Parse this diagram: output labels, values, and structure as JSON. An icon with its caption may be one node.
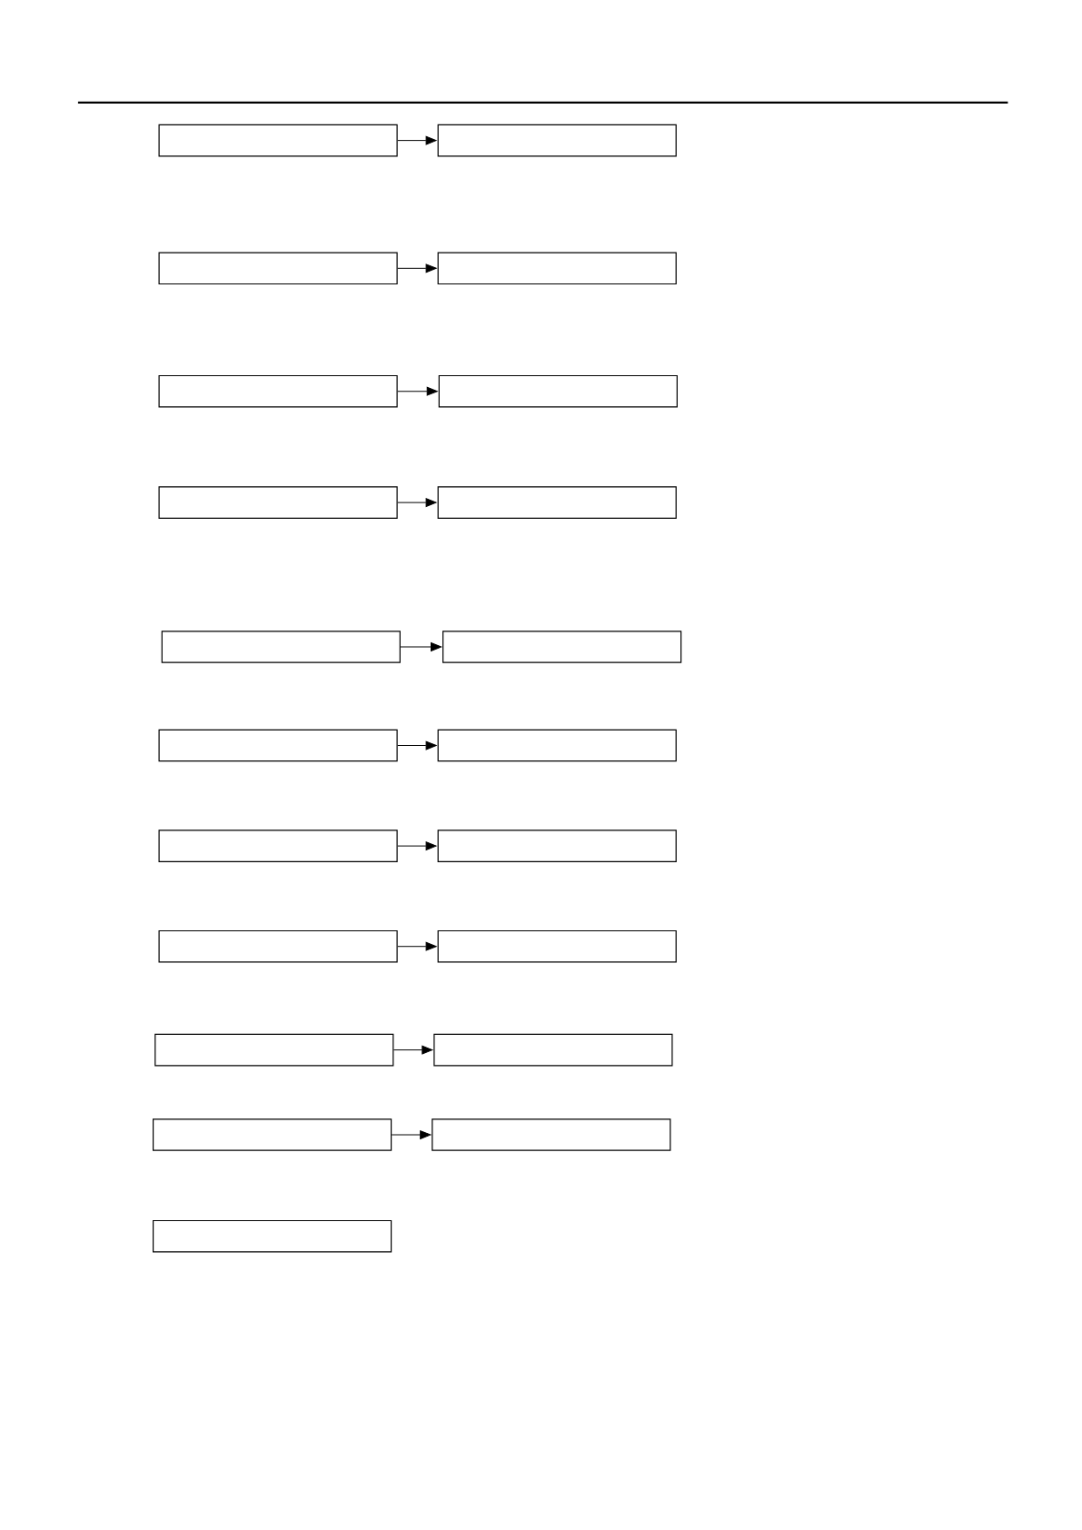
{
  "diagram": {
    "nodes": [
      {
        "text": [],
        "shape": "box"
      },
      {
        "text": [],
        "shape": "box"
      },
      {
        "text": [],
        "shape": "box"
      },
      {
        "text": [],
        "shape": "box"
      },
      {
        "text": [],
        "shape": "box"
      },
      {
        "text": [],
        "shape": "box"
      },
      {
        "text": [],
        "shape": "box"
      },
      {
        "text": [],
        "shape": "box"
      },
      {
        "text": [],
        "shape": "box"
      },
      {
        "text": [],
        "shape": "box"
      },
      {
        "text": [],
        "shape": "box"
      },
      {
        "text": [],
        "shape": "box"
      },
      {
        "text": [],
        "shape": "box"
      },
      {
        "text": [],
        "shape": "box"
      },
      {
        "text": [],
        "shape": "box"
      },
      {
        "text": [],
        "shape": "box"
      },
      {
        "text": [],
        "shape": "box"
      },
      {
        "text": [],
        "shape": "box"
      },
      {
        "text": [],
        "shape": "box"
      },
      {
        "text": [],
        "shape": "box"
      },
      {
        "text": [],
        "shape": "box"
      }
    ],
    "edges": [
      {
        "from": 0,
        "to": 1,
        "arrow": "to"
      },
      {
        "from": 2,
        "to": 3,
        "arrow": "to"
      },
      {
        "from": 4,
        "to": 5,
        "arrow": "to"
      },
      {
        "from": 6,
        "to": 7,
        "arrow": "to"
      },
      {
        "from": 8,
        "to": 9,
        "arrow": "to"
      },
      {
        "from": 10,
        "to": 11,
        "arrow": "to"
      },
      {
        "from": 12,
        "to": 13,
        "arrow": "to"
      },
      {
        "from": 14,
        "to": 15,
        "arrow": "to"
      },
      {
        "from": 16,
        "to": 17,
        "arrow": "to"
      },
      {
        "from": 18,
        "to": 19,
        "arrow": "to"
      }
    ]
  }
}
